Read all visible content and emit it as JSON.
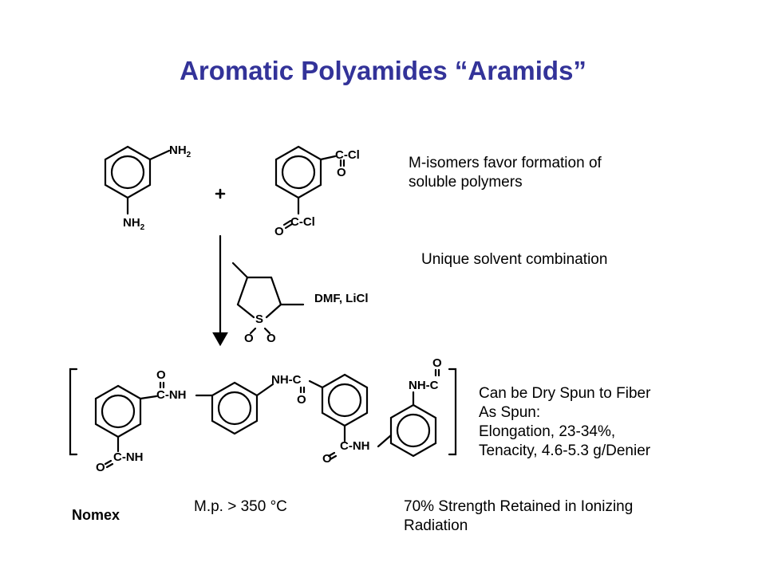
{
  "title": "Aromatic Polyamides  “Aramids”",
  "notes": {
    "m_isomers_line1": "M-isomers favor formation of",
    "m_isomers_line2": "soluble polymers",
    "solvent": "Unique solvent combination",
    "spun_line1": "Can be Dry Spun to Fiber",
    "spun_line2": "As Spun:",
    "spun_line3": "Elongation, 23-34%,",
    "spun_line4": "Tenacity,  4.6-5.3 g/Denier",
    "melting_point": "M.p. > 350 °C",
    "radiation_line1": "70% Strength Retained in Ionizing",
    "radiation_line2": "Radiation",
    "polymer_name": "Nomex"
  },
  "reactant1": {
    "nh": "NH",
    "sub": "2"
  },
  "reactant2": {
    "acyl_top": "C-Cl",
    "acyl_bottom": "C-Cl",
    "oxygen": "O"
  },
  "plus": "+",
  "solvent_mol": {
    "sulfur": "S",
    "oxygen": "O",
    "reagents": "DMF, LiCl"
  },
  "polymer": {
    "c_nh": "C-NH",
    "nh_c": "NH-C",
    "oxygen": "O"
  }
}
